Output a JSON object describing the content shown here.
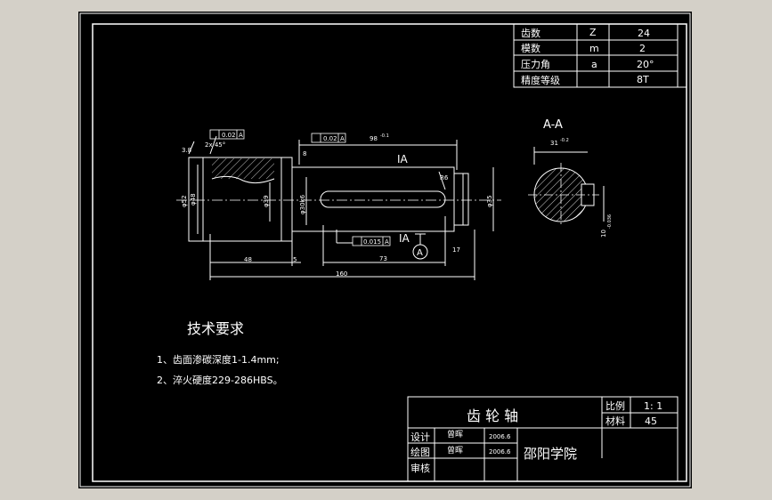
{
  "param_table": {
    "rows": [
      {
        "name": "齿数",
        "symbol": "Z",
        "value": "24"
      },
      {
        "name": "模数",
        "symbol": "m",
        "value": "2"
      },
      {
        "name": "压力角",
        "symbol": "a",
        "value": "20°"
      },
      {
        "name": "精度等级",
        "symbol": "",
        "value": "8T"
      }
    ]
  },
  "section_label": "A-A",
  "drawing": {
    "chamfer": "2x 45°",
    "tol_1": "0.02",
    "tol_1_datum": "A",
    "tol_2": "0.02",
    "tol_2_datum": "A",
    "tol_3": "0.015",
    "tol_3_datum": "A",
    "len_98": "98",
    "len_98_tol": "-0.1",
    "dim_48": "48",
    "dim_5": "5",
    "dim_73": "73",
    "dim_160": "160",
    "dim_17": "17",
    "dia_52": "φ52",
    "dia_48": "φ48",
    "dia_39": "φ39",
    "dia_30": "φ30k6",
    "dia_35": "φ35",
    "dim_3_8": "3.8",
    "dim_r": "R6",
    "dim_8": "8",
    "section_31": "31",
    "section_31_tol": "-0.2",
    "section_10": "10",
    "section_10_tol": "-0.036",
    "view_ia_1": "IA",
    "view_ia_2": "IA",
    "datum_letter": "A"
  },
  "tech": {
    "heading": "技术要求",
    "item1": "1、齿面渗碳深度1-1.4mm;",
    "item2": "2、淬火硬度229-286HBS。"
  },
  "title_block": {
    "part_name": "齿 轮 轴",
    "scale_label": "比例",
    "scale_value": "1: 1",
    "material_label": "材料",
    "material_value": "45",
    "design_label": "设计",
    "design_name": "曾晖",
    "design_date": "2006.6",
    "draw_label": "绘图",
    "draw_name": "曾晖",
    "draw_date": "2006.6",
    "review_label": "审核",
    "school": "邵阳学院"
  },
  "colors": {
    "page_bg": "#d4d0c8",
    "sheet": "#000000",
    "line": "#ffffff"
  }
}
